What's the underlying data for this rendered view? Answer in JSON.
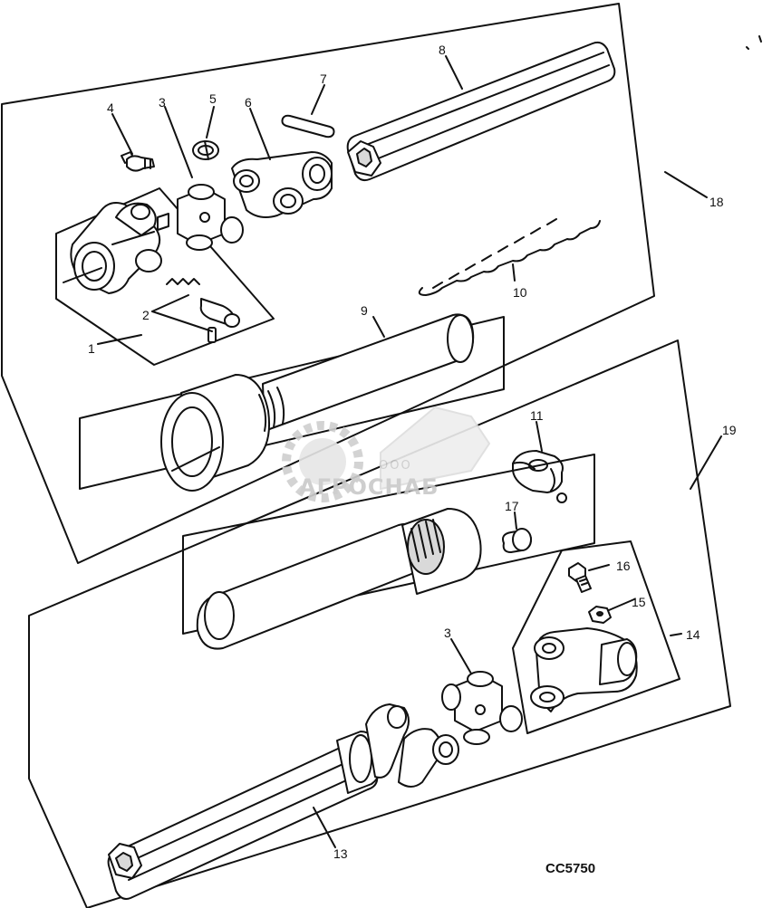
{
  "callouts": [
    "1",
    "2",
    "3",
    "4",
    "5",
    "6",
    "7",
    "8",
    "9",
    "10",
    "11",
    "13",
    "14",
    "15",
    "16",
    "17",
    "18",
    "19"
  ],
  "callout_3b": "3",
  "diagram_code": "CC5750",
  "watermark": {
    "company_prefix": "ООО",
    "company_name": "АГРОСНАБ"
  }
}
